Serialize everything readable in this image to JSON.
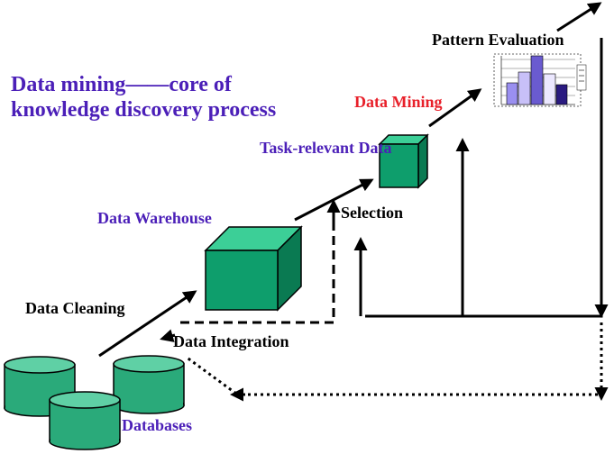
{
  "title": "Data mining——core of knowledge discovery process",
  "labels": {
    "pattern_evaluation": "Pattern Evaluation",
    "data_mining": "Data Mining",
    "task_relevant_data": "Task-relevant Data",
    "selection": "Selection",
    "data_warehouse": "Data Warehouse",
    "data_cleaning": "Data Cleaning",
    "data_integration": "Data Integration",
    "databases": "Databases"
  },
  "colors": {
    "title_text": "#4b1fb8",
    "red_text": "#e8202a",
    "cube_front": "#0e9e6c",
    "cube_top": "#3ccf97",
    "cube_side": "#0a7a52",
    "cylinder_body": "#2aaa7a",
    "cylinder_top": "#5fd0a5",
    "chart_bar_light": "#9a8ff0",
    "chart_bar_mid": "#6a5bd0",
    "chart_bar_dark": "#2a1a80"
  },
  "chart_icon": {
    "bars": [
      0.45,
      0.7,
      1.0,
      0.6,
      0.4
    ]
  }
}
